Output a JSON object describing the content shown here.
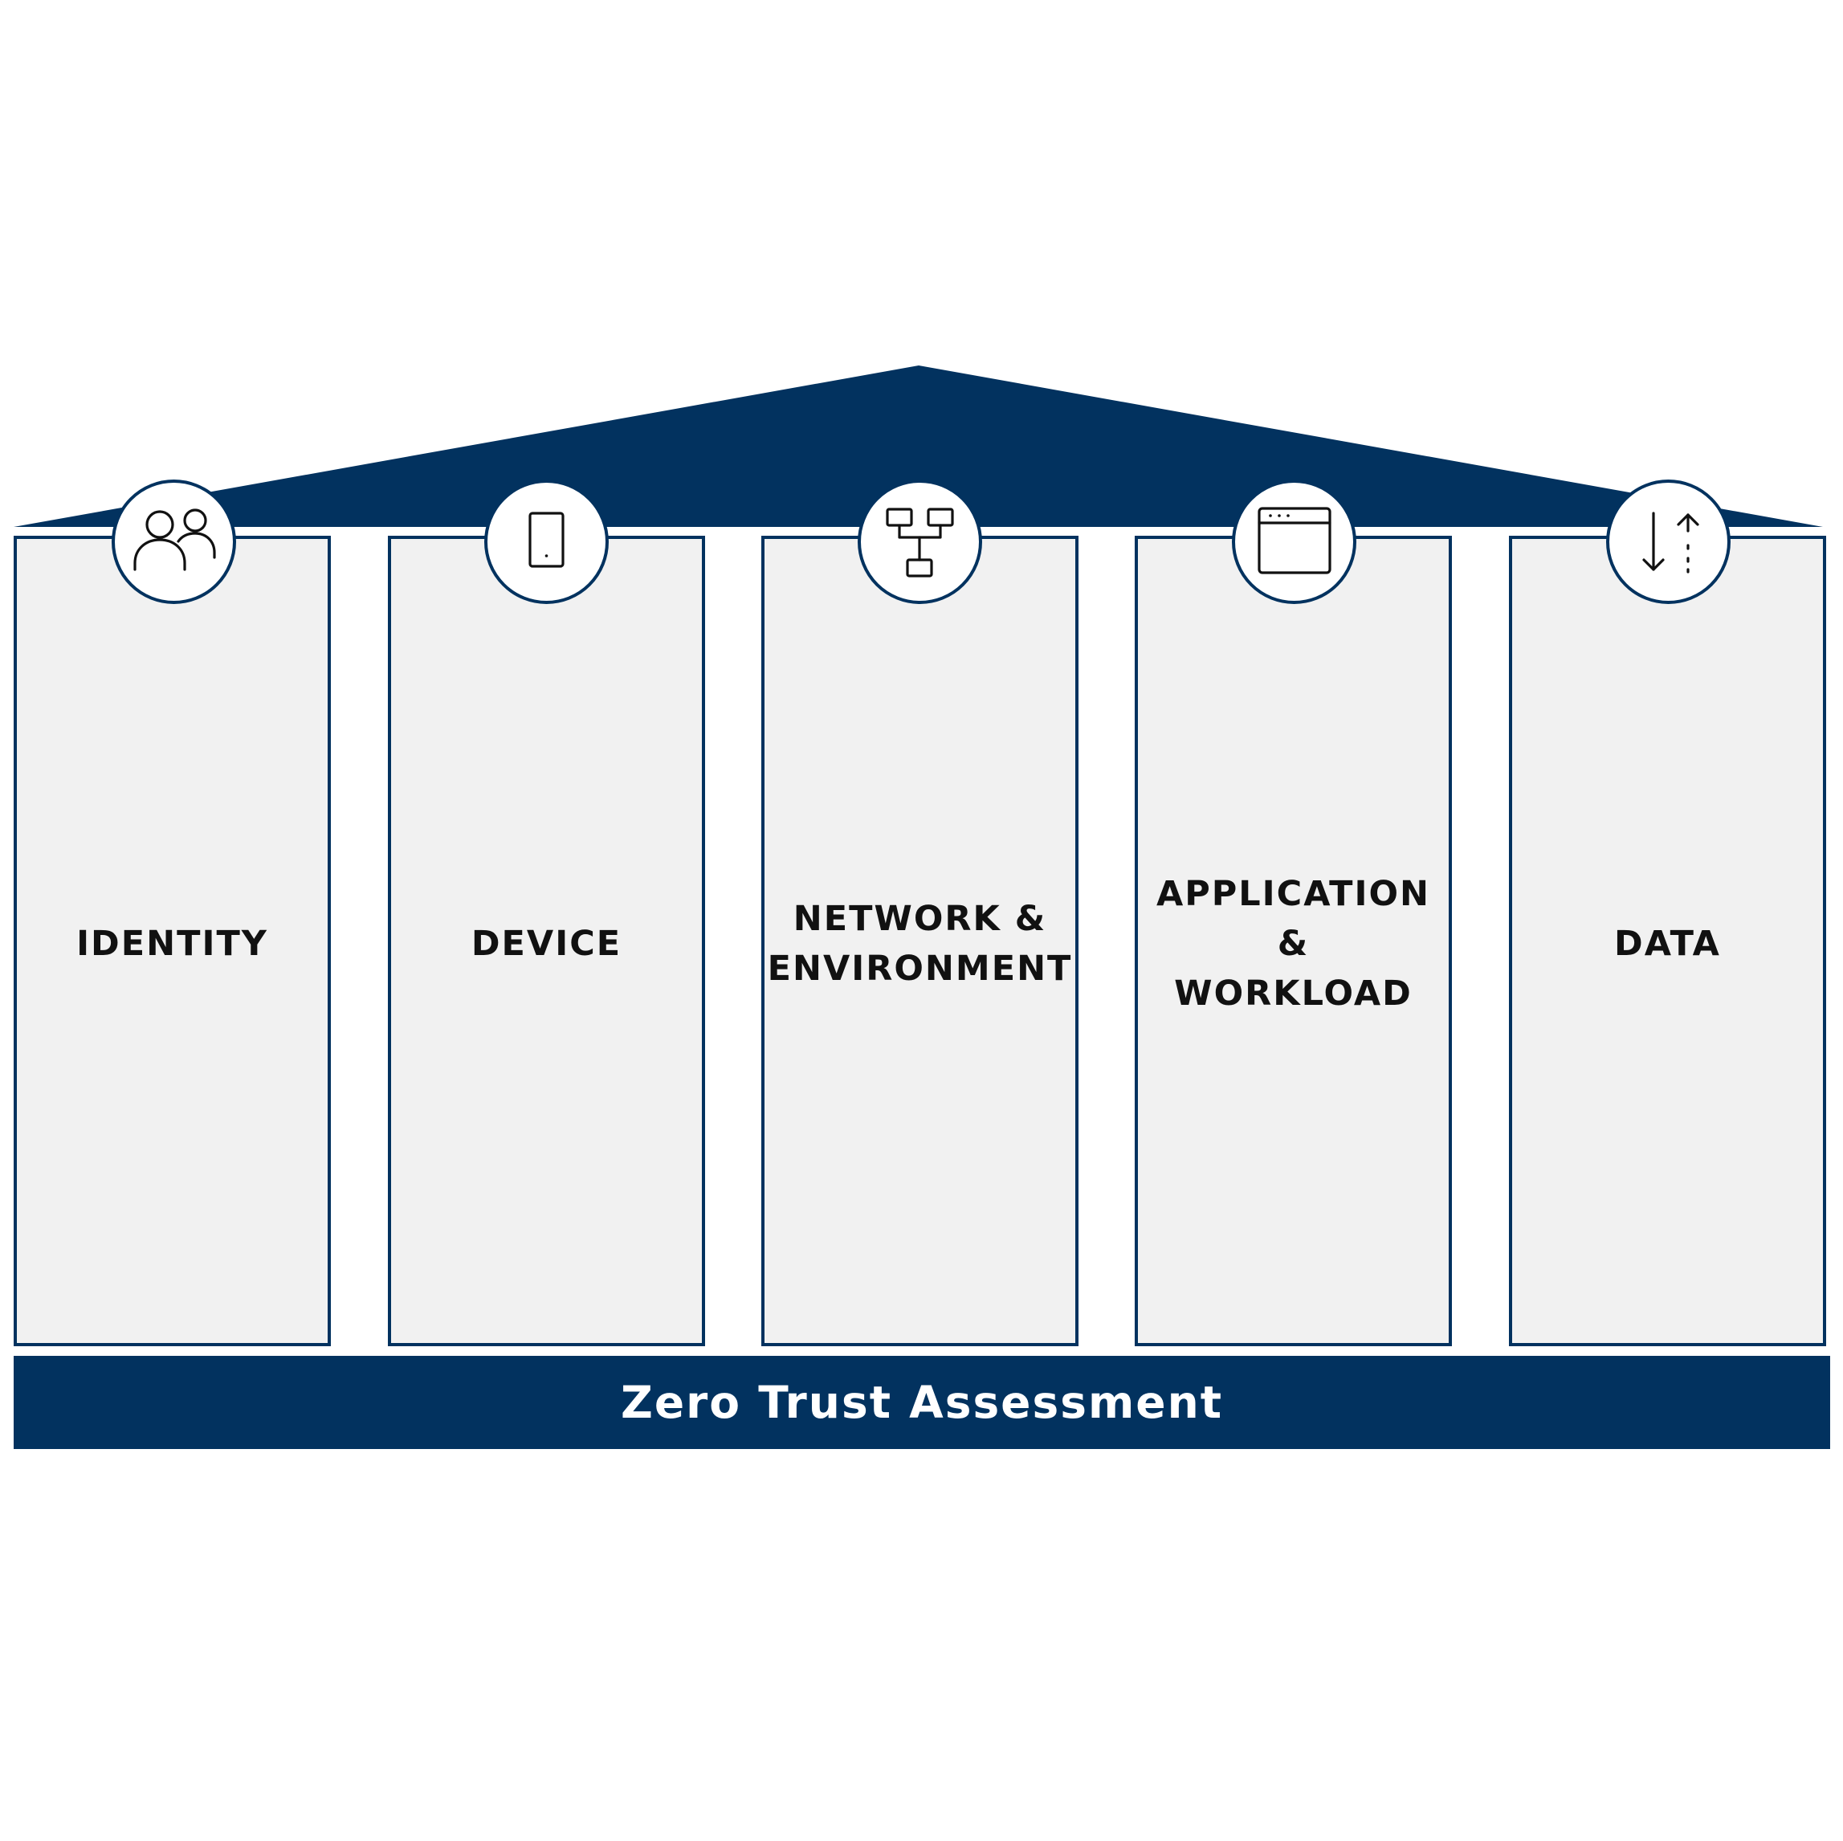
{
  "colors": {
    "navy": "#02325f",
    "pillar_fill": "#f1f1f1",
    "label_text": "#111111"
  },
  "pillars": [
    {
      "label": "IDENTITY",
      "icon": "users-icon"
    },
    {
      "label": "DEVICE",
      "icon": "tablet-icon"
    },
    {
      "label": "NETWORK &\nENVIRONMENT",
      "icon": "network-hierarchy-icon"
    },
    {
      "label": "APPLICATION &\nWORKLOAD",
      "icon": "browser-window-icon"
    },
    {
      "label": "DATA",
      "icon": "data-transfer-icon"
    }
  ],
  "foundation": {
    "title": "Zero Trust Assessment"
  }
}
